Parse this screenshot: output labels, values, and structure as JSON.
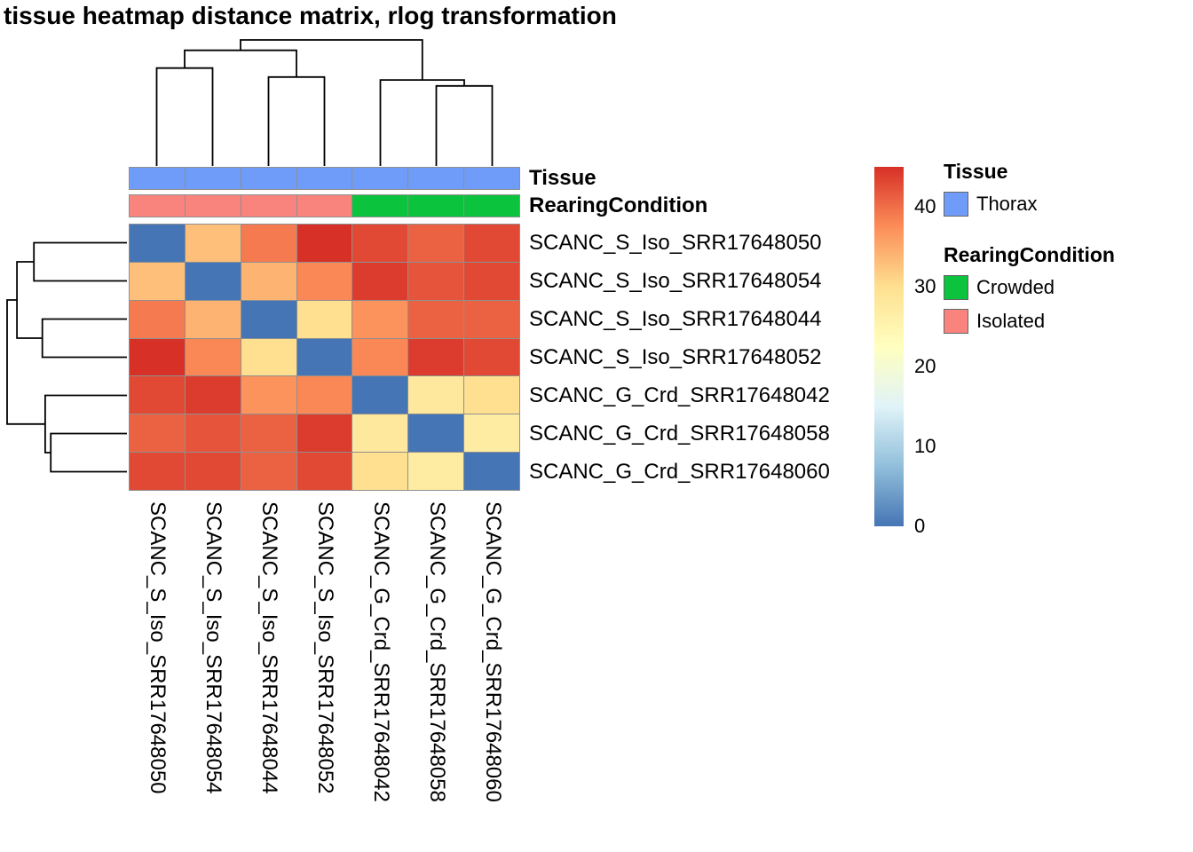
{
  "title": "tissue heatmap distance matrix, rlog transformation",
  "chart_data": {
    "type": "heatmap",
    "title": "tissue heatmap distance matrix, rlog transformation",
    "samples": [
      "SCANC_S_Iso_SRR17648050",
      "SCANC_S_Iso_SRR17648054",
      "SCANC_S_Iso_SRR17648044",
      "SCANC_S_Iso_SRR17648052",
      "SCANC_G_Crd_SRR17648042",
      "SCANC_G_Crd_SRR17648058",
      "SCANC_G_Crd_SRR17648060"
    ],
    "matrix": [
      [
        0,
        33,
        39,
        45,
        43,
        41,
        43
      ],
      [
        33,
        0,
        34,
        38,
        44,
        42,
        43
      ],
      [
        39,
        34,
        0,
        30,
        37,
        41,
        41
      ],
      [
        45,
        38,
        30,
        0,
        38,
        44,
        43
      ],
      [
        43,
        44,
        37,
        38,
        0,
        28,
        30
      ],
      [
        41,
        42,
        41,
        44,
        28,
        0,
        27
      ],
      [
        43,
        43,
        41,
        43,
        30,
        27,
        0
      ]
    ],
    "domain": [
      0,
      45
    ],
    "colormap": [
      "#4575B4",
      "#91BFDB",
      "#E0F3F8",
      "#FFFFBF",
      "#FEE090",
      "#FC8D59",
      "#D73027"
    ],
    "col_annotations": {
      "Tissue": [
        "Thorax",
        "Thorax",
        "Thorax",
        "Thorax",
        "Thorax",
        "Thorax",
        "Thorax"
      ],
      "RearingCondition": [
        "Isolated",
        "Isolated",
        "Isolated",
        "Isolated",
        "Crowded",
        "Crowded",
        "Crowded"
      ]
    },
    "annotation_colors": {
      "Thorax": "#6e9cf8",
      "Crowded": "#0bc33c",
      "Isolated": "#f9837d"
    },
    "legend_ticks": [
      0,
      10,
      20,
      30,
      40
    ],
    "dendrogram": {
      "merges": [
        {
          "a": 5,
          "b": 6,
          "h": 27
        },
        {
          "a": 4,
          "b": "m0",
          "h": 29
        },
        {
          "a": 2,
          "b": 3,
          "h": 30
        },
        {
          "a": 0,
          "b": 1,
          "h": 33
        },
        {
          "a": "m3",
          "b": "m2",
          "h": 39
        },
        {
          "a": "m4",
          "b": "m1",
          "h": 42.5
        }
      ]
    }
  },
  "annotation_rows": [
    {
      "label": "Tissue"
    },
    {
      "label": "RearingCondition"
    }
  ],
  "legend": {
    "tissue_heading": "Tissue",
    "tissue_items": [
      {
        "label": "Thorax",
        "color": "#6e9cf8"
      }
    ],
    "rearing_heading": "RearingCondition",
    "rearing_items": [
      {
        "label": "Crowded",
        "color": "#0bc33c"
      },
      {
        "label": "Isolated",
        "color": "#f9837d"
      }
    ]
  }
}
